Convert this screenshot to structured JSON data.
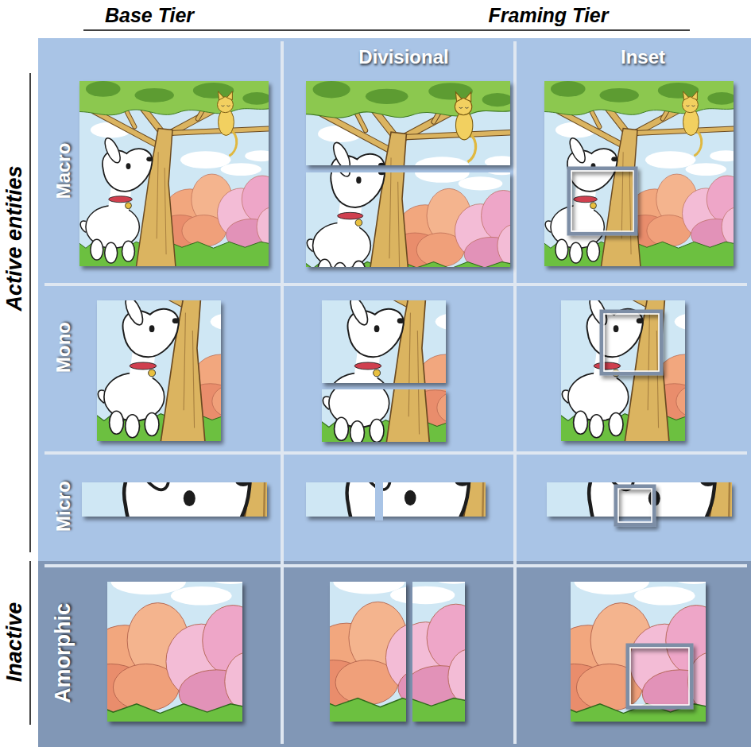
{
  "diagram": {
    "labels": [
      "Base Tier",
      "Framing Tier",
      "Divisional",
      "Inset",
      "Active entities",
      "Macro",
      "Mono",
      "Micro",
      "Inactive",
      "Amorphic"
    ]
  }
}
